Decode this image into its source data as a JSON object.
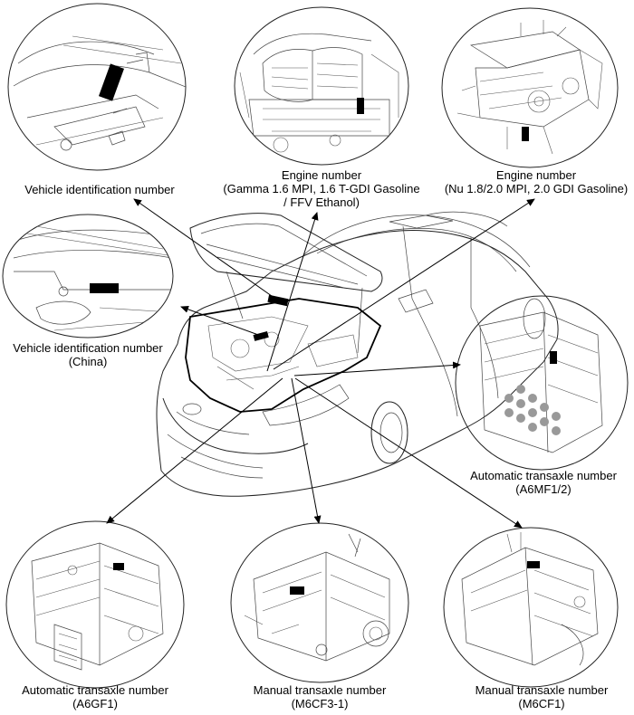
{
  "labels": {
    "vin": [
      "Vehicle identification number"
    ],
    "engine_gamma": [
      "Engine number",
      "(Gamma 1.6 MPI, 1.6 T-GDI Gasoline",
      "/ FFV Ethanol)"
    ],
    "engine_nu": [
      "Engine number",
      "(Nu 1.8/2.0 MPI, 2.0 GDI Gasoline)"
    ],
    "vin_china": [
      "Vehicle identification number",
      "(China)"
    ],
    "auto_a6mf": [
      "Automatic transaxle number",
      "(A6MF1/2)"
    ],
    "auto_a6gf": [
      "Automatic transaxle number",
      "(A6GF1)"
    ],
    "manual_m6cf3": [
      "Manual transaxle number",
      "(M6CF3-1)"
    ],
    "manual_m6cf1": [
      "Manual transaxle number",
      "(M6CF1)"
    ]
  }
}
